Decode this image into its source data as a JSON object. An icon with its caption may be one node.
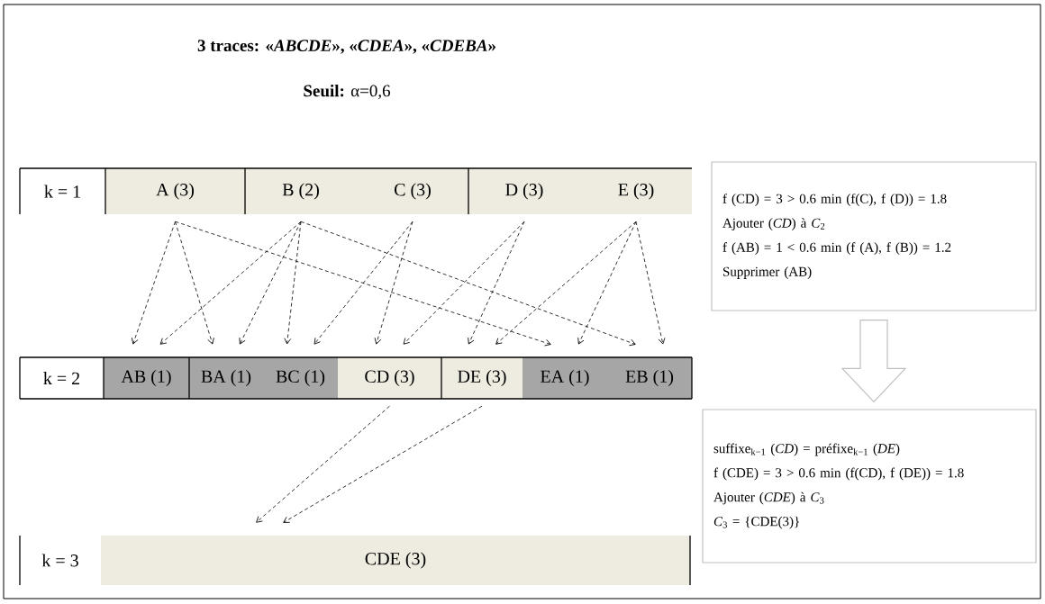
{
  "diagram": {
    "title": "3 traces: «*ABCDE*», «*CDEA*», «*CDEBA*»",
    "labels": [
      "**Seuil:** α=0,6"
    ],
    "nodes": [
      {
        "text": [
          "k = 1"
        ]
      },
      {
        "text": [
          "A (3)"
        ]
      },
      {
        "text": [
          "B (2)"
        ]
      },
      {
        "text": [
          "C (3)"
        ]
      },
      {
        "text": [
          "D (3)"
        ]
      },
      {
        "text": [
          "E (3)"
        ]
      },
      {
        "text": [
          "k = 2"
        ]
      },
      {
        "text": [
          "AB (1)"
        ]
      },
      {
        "text": [
          "BA (1)"
        ]
      },
      {
        "text": [
          "BC (1)"
        ]
      },
      {
        "text": [
          "CD (3)"
        ]
      },
      {
        "text": [
          "DE (3)"
        ]
      },
      {
        "text": [
          "EA (1)"
        ]
      },
      {
        "text": [
          "EB (1)"
        ]
      },
      {
        "text": [
          "k = 3"
        ]
      },
      {
        "text": [
          "CDE (3)"
        ]
      },
      {
        "text": [
          "f (CD) = 3 > 0.6 min (f(C), f (D)) = 1.8",
          "Ajouter (*CD*) à *C*$_{2}$",
          "f (AB) = 1 < 0.6 min (f (A), f (B)) = 1.2",
          "Supprimer (AB)"
        ]
      },
      {
        "text": [
          "suffixe$_{k−1}$ (*CD*) = préfixe$_{k−1}$ (*DE*)",
          "f (CDE) = 3 > 0.6 min (f(CD), f (DE)) = 1.8",
          "Ajouter (*CDE*) à *C*$_{3}$",
          "*C*$_{3}$ = {CDE(3)}"
        ]
      }
    ],
    "edges": [
      {
        "from": 1,
        "to": 7,
        "arrow": "to",
        "style": "dashed"
      },
      {
        "from": 1,
        "to": 8,
        "arrow": "to",
        "style": "dashed"
      },
      {
        "from": 1,
        "to": 12,
        "arrow": "to",
        "style": "dashed"
      },
      {
        "from": 2,
        "to": 7,
        "arrow": "to",
        "style": "dashed"
      },
      {
        "from": 2,
        "to": 8,
        "arrow": "to",
        "style": "dashed"
      },
      {
        "from": 2,
        "to": 9,
        "arrow": "to",
        "style": "dashed"
      },
      {
        "from": 2,
        "to": 13,
        "arrow": "to",
        "style": "dashed"
      },
      {
        "from": 3,
        "to": 9,
        "arrow": "to",
        "style": "dashed"
      },
      {
        "from": 3,
        "to": 10,
        "arrow": "to",
        "style": "dashed"
      },
      {
        "from": 4,
        "to": 10,
        "arrow": "to",
        "style": "dashed"
      },
      {
        "from": 4,
        "to": 11,
        "arrow": "to",
        "style": "dashed"
      },
      {
        "from": 5,
        "to": 11,
        "arrow": "to",
        "style": "dashed"
      },
      {
        "from": 5,
        "to": 12,
        "arrow": "to",
        "style": "dashed"
      },
      {
        "from": 5,
        "to": 13,
        "arrow": "to",
        "style": "dashed"
      },
      {
        "from": 10,
        "to": 15,
        "arrow": "to",
        "style": "dashed"
      },
      {
        "from": 11,
        "to": 15,
        "arrow": "to",
        "style": "dashed"
      },
      {
        "from": 16,
        "to": 17,
        "arrow": "to",
        "style": "thick"
      }
    ]
  }
}
